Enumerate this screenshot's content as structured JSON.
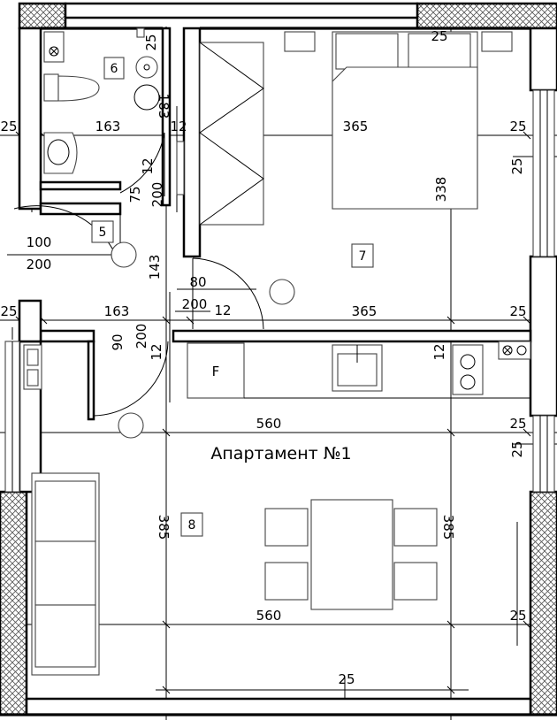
{
  "title": "Апартамент №1",
  "watermark": "",
  "rooms": [
    {
      "id": "room-6",
      "label": "6"
    },
    {
      "id": "room-5",
      "label": "5"
    },
    {
      "id": "room-7",
      "label": "7"
    },
    {
      "id": "room-8",
      "label": "8"
    }
  ],
  "fridge_label": "F",
  "dimensions": {
    "d25_top_bath": "25",
    "d25_top_bed": "25",
    "d25_left_1": "25",
    "d163_1": "163",
    "d12_1": "12",
    "d365_1": "365",
    "d25_right_1": "25",
    "d25_right_vert_1": "25",
    "d183": "183",
    "d12_vert_1": "12",
    "d75": "75",
    "d200_vert_1": "200",
    "d338": "338",
    "d100": "100",
    "d200_left": "200",
    "d143": "143",
    "d80": "80",
    "d200_door": "200",
    "d12_2": "12",
    "d25_left_2": "25",
    "d163_2": "163",
    "d365_2": "365",
    "d25_right_2": "25",
    "d90": "90",
    "d200_vert_2": "200",
    "d12_vert_2": "12",
    "d12_vert_3": "12",
    "d560_1": "560",
    "d25_right_3": "25",
    "d25_right_vert_2": "25",
    "d385_left": "385",
    "d385_right": "385",
    "d560_2": "560",
    "d25_right_4": "25",
    "d25_bottom": "25"
  }
}
